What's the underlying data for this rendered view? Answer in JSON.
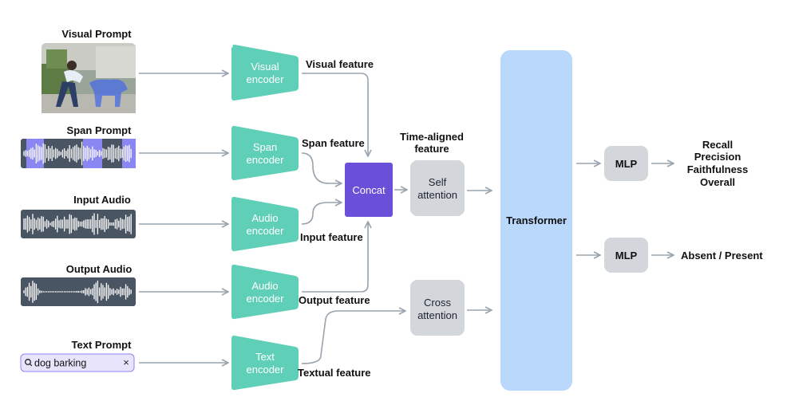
{
  "inputs": {
    "visual_prompt": "Visual Prompt",
    "span_prompt": "Span Prompt",
    "input_audio": "Input Audio",
    "output_audio": "Output Audio",
    "text_prompt": "Text Prompt",
    "text_prompt_value": "dog barking",
    "clear_symbol": "×"
  },
  "encoders": {
    "visual": [
      "Visual",
      "encoder"
    ],
    "span": [
      "Span",
      "encoder"
    ],
    "input_audio": [
      "Audio",
      "encoder"
    ],
    "output_audio": [
      "Audio",
      "encoder"
    ],
    "text": [
      "Text",
      "encoder"
    ]
  },
  "features": {
    "visual": "Visual feature",
    "span": "Span feature",
    "input": "Input feature",
    "output": "Output feature",
    "textual": "Textual feature",
    "time_aligned": [
      "Time-aligned",
      "feature"
    ]
  },
  "blocks": {
    "concat": "Concat",
    "self_attention": [
      "Self",
      "attention"
    ],
    "cross_attention": [
      "Cross",
      "attention"
    ],
    "transformer": "Transformer",
    "mlp_top": "MLP",
    "mlp_bottom": "MLP"
  },
  "outputs": {
    "scores": [
      "Recall",
      "Precision",
      "Faithfulness",
      "Overall"
    ],
    "presence": "Absent / Present"
  },
  "colors": {
    "encoder": "#5fcfb8",
    "concat": "#6a4fd8",
    "grey_box": "#d3d6db",
    "transformer": "#b9d8fb",
    "waveform_bg": "#4a5563",
    "span_highlight": "#8a86f2",
    "text_field_bg": "#e8e4fb",
    "arrow": "#98a3ad"
  },
  "icons": {
    "search": "search-icon",
    "close": "close-icon"
  }
}
